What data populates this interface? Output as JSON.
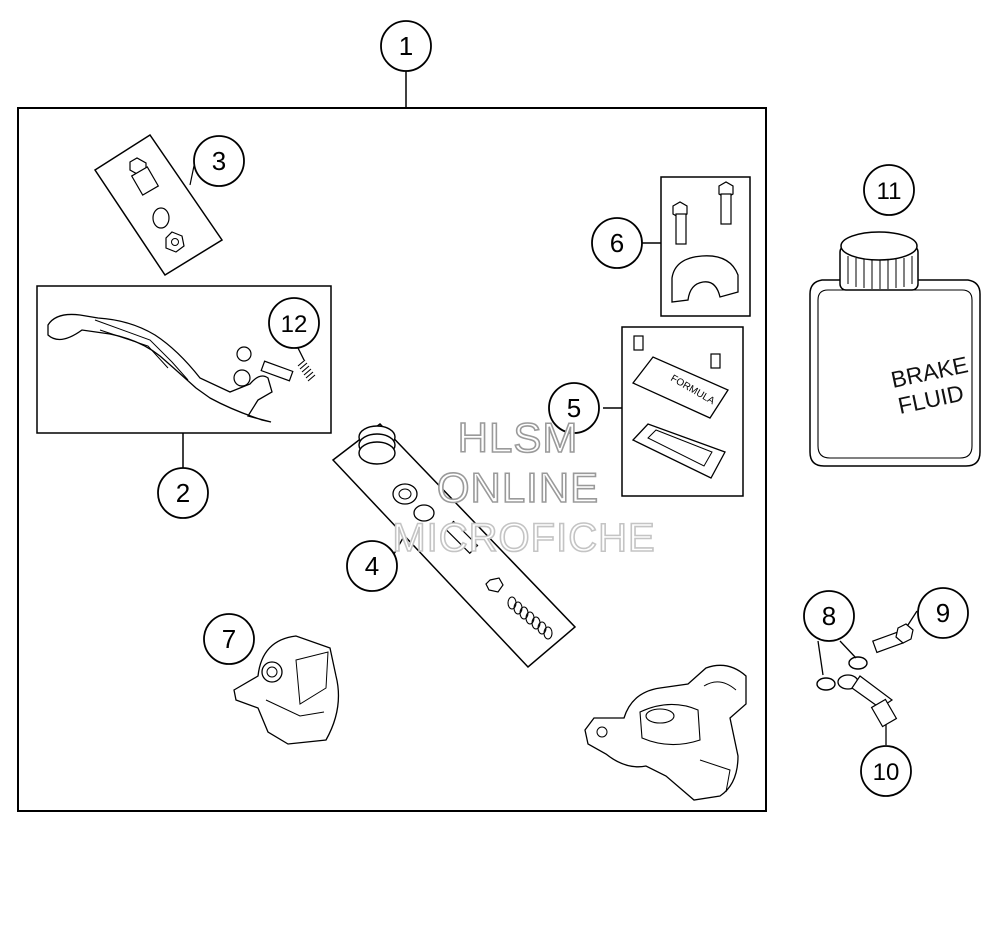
{
  "callouts": {
    "c1": "1",
    "c2": "2",
    "c3": "3",
    "c4": "4",
    "c5": "5",
    "c6": "6",
    "c7": "7",
    "c8": "8",
    "c9": "9",
    "c10": "10",
    "c11": "11",
    "c12": "12"
  },
  "bottle_label": {
    "line1": "BRAKE",
    "line2": "FLUID"
  },
  "cap_text": "FORMULA",
  "watermark": {
    "line1": "HLSM",
    "line2": "ONLINE",
    "line3": "MICROFICHE"
  }
}
